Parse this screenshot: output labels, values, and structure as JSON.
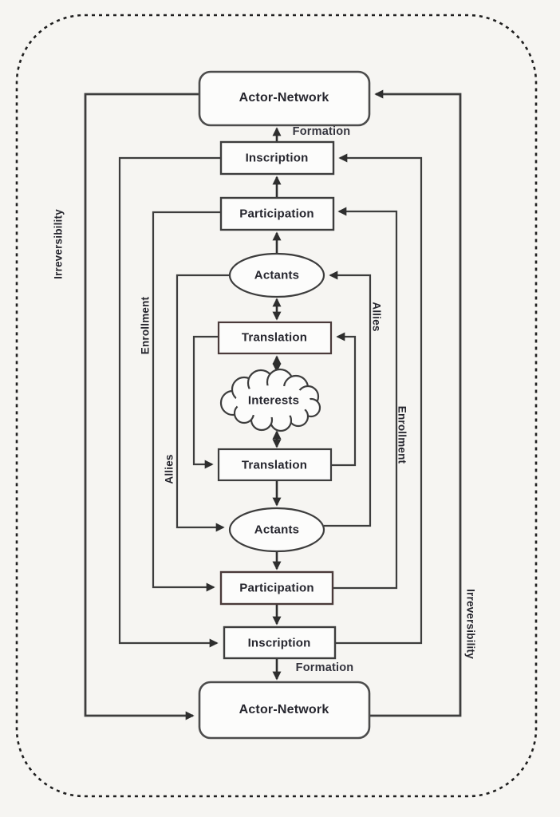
{
  "figure": {
    "background": "#f6f5f2",
    "line_color": "#3d3d3d",
    "text_color": "#26262e",
    "nodes": {
      "actor_network_top": "Actor-Network",
      "inscription_top": "Inscription",
      "participation_top": "Participation",
      "actants_top": "Actants",
      "translation_top": "Translation",
      "interests": "Interests",
      "translation_bottom": "Translation",
      "actants_bottom": "Actants",
      "participation_bottom": "Participation",
      "inscription_bottom": "Inscription",
      "actor_network_bottom": "Actor-Network"
    },
    "edge_labels": {
      "formation_top": "Formation",
      "formation_bottom": "Formation",
      "irreversibility_left": "Irreversibility",
      "irreversibility_right": "Irreversibility",
      "enrollment_left": "Enrollment",
      "enrollment_right": "Enrollment",
      "allies_left": "Allies",
      "allies_right": "Allies"
    }
  }
}
